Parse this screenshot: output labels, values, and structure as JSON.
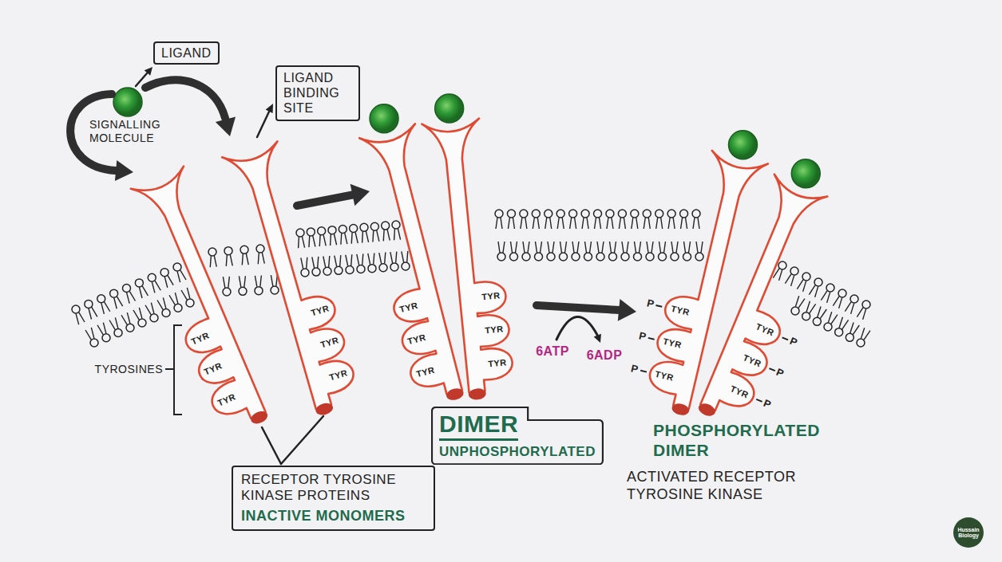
{
  "diagram": {
    "nodes": [
      {
        "text": [
          "LIGAND"
        ]
      },
      {
        "text": [
          "LIGAND BINDING SITE"
        ]
      },
      {
        "text": [
          "RECEPTOR TYROSINE KINASE PROTEINS",
          "INACTIVE MONOMERS"
        ]
      },
      {
        "text": [
          "DIMER",
          "UNPHOSPHORYLATED"
        ]
      }
    ],
    "labels": [
      "SIGNALLING MOLECULE",
      "TYROSINES",
      "TYR",
      "TYR",
      "TYR",
      "TYR",
      "TYR",
      "TYR",
      "TYR",
      "TYR",
      "TYR",
      "TYR",
      "TYR",
      "TYR",
      "6ATP",
      "6ADP",
      "P",
      "P",
      "P",
      "TYR",
      "TYR",
      "TYR",
      "TYR",
      "TYR",
      "TYR",
      "P",
      "P",
      "P",
      "PHOSPHORYLATED DIMER",
      "ACTIVATED RECEPTOR TYROSINE KINASE",
      "Hussain Biology"
    ]
  }
}
